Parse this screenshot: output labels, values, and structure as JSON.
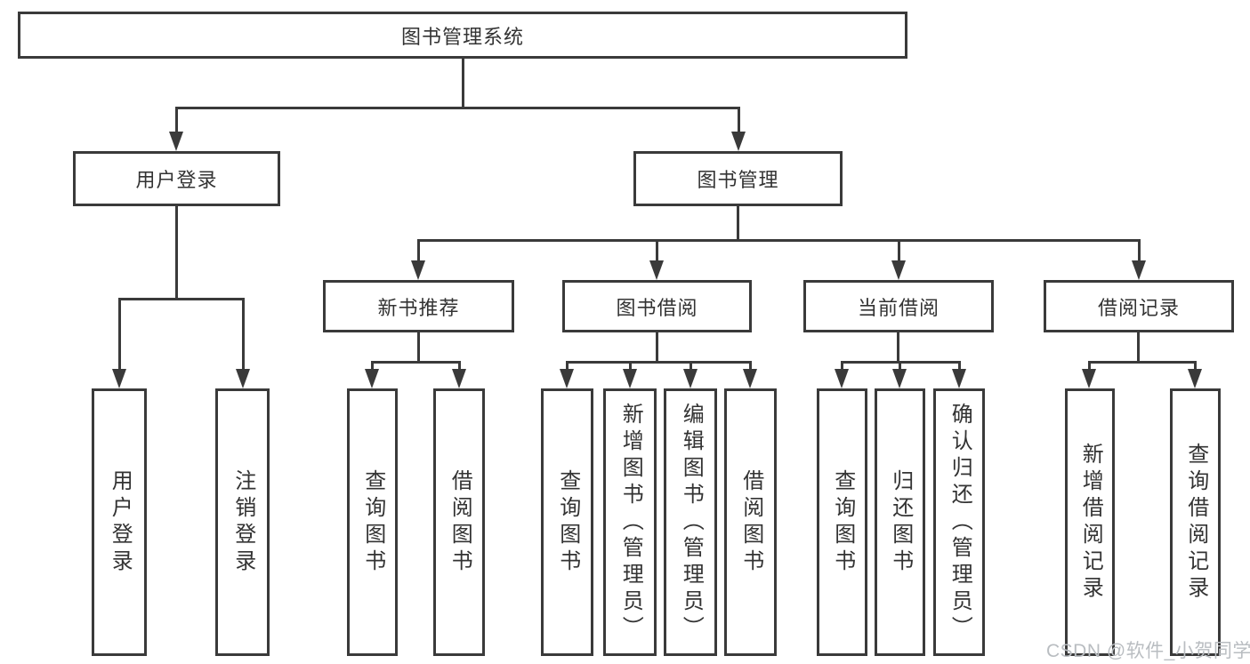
{
  "tree": {
    "label": "图书管理系统",
    "children": [
      {
        "label": "用户登录",
        "children": [
          {
            "label": "用户登录"
          },
          {
            "label": "注销登录"
          }
        ]
      },
      {
        "label": "图书管理",
        "children": [
          {
            "label": "新书推荐",
            "children": [
              {
                "label": "查询图书"
              },
              {
                "label": "借阅图书"
              }
            ]
          },
          {
            "label": "图书借阅",
            "children": [
              {
                "label": "查询图书"
              },
              {
                "label": "新增图书（管理员）"
              },
              {
                "label": "编辑图书（管理员）"
              },
              {
                "label": "借阅图书"
              }
            ]
          },
          {
            "label": "当前借阅",
            "children": [
              {
                "label": "查询图书"
              },
              {
                "label": "归还图书"
              },
              {
                "label": "确认归还（管理员）"
              }
            ]
          },
          {
            "label": "借阅记录",
            "children": [
              {
                "label": "新增借阅记录"
              },
              {
                "label": "查询借阅记录"
              }
            ]
          }
        ]
      }
    ]
  },
  "watermark": {
    "text": "CSDN @软件_小贺同学"
  },
  "colors": {
    "line": "#3a3a3a",
    "text": "#333333",
    "watermark": "#b9bdc1",
    "background": "#ffffff"
  }
}
